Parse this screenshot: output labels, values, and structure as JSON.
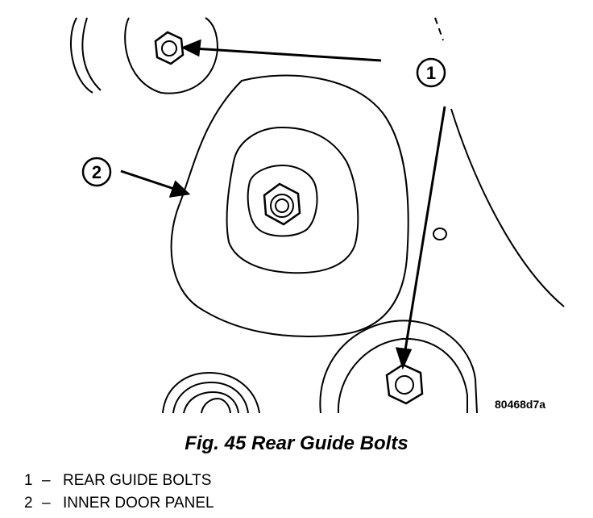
{
  "figure": {
    "reference_code": "80468d7a",
    "callouts": [
      {
        "number": "1"
      },
      {
        "number": "2"
      }
    ]
  },
  "caption": "Fig. 45 Rear Guide Bolts",
  "legend": [
    {
      "number": "1",
      "dash": "–",
      "text": "REAR GUIDE BOLTS"
    },
    {
      "number": "2",
      "dash": "–",
      "text": "INNER DOOR PANEL"
    }
  ]
}
